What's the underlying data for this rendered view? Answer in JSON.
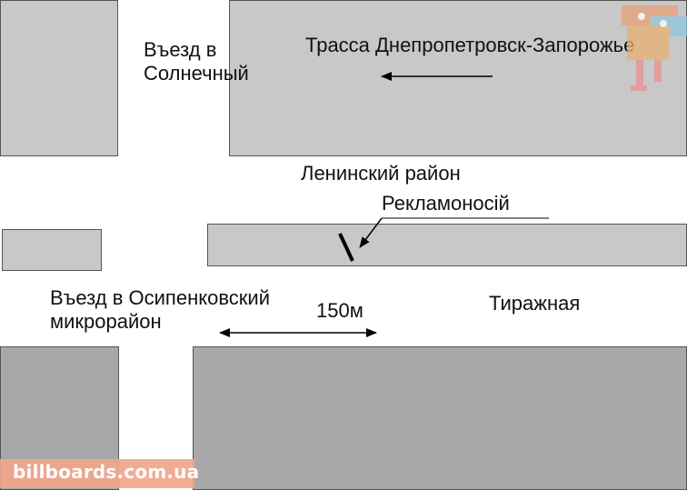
{
  "labels": {
    "entry_solnechny": "Въезд в\nСолнечный",
    "highway": "Трасса Днепропетровск-Запорожье",
    "district": "Ленинский район",
    "billboard": "Рекламоносій",
    "entry_osipenkovsky": "Въезд в Осипенковский\nмикрорайон",
    "distance": "150м",
    "street": "Тиражная"
  },
  "watermark": {
    "site": "billboards.com.ua",
    "logo_icon": "billboard-logo-icon"
  },
  "colors": {
    "block_light": "#c8c8c8",
    "block_dark": "#a8a8a8",
    "outline": "#555555",
    "watermark_bar": "#f0a68c"
  }
}
